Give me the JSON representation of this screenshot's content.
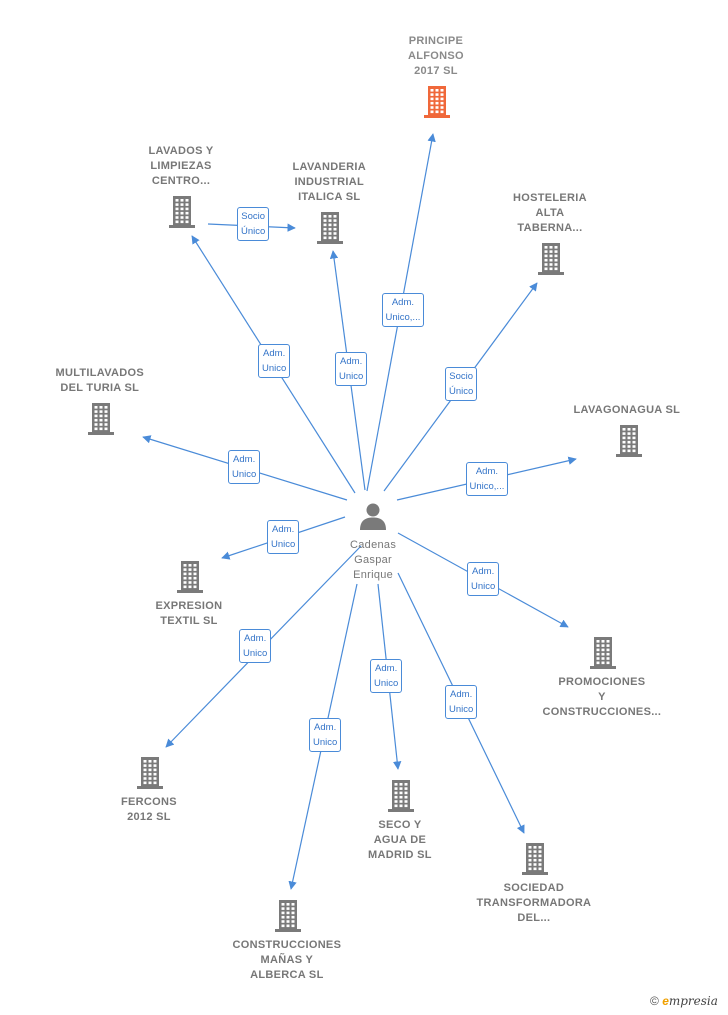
{
  "colors": {
    "edge": "#4a8bd8",
    "building": "#7a7a7a",
    "highlight": "#f0683a",
    "person": "#7a7a7a"
  },
  "center": {
    "name_lines": [
      "Cadenas",
      "Gaspar",
      "Enrique"
    ],
    "icon": "person-icon"
  },
  "nodes": [
    {
      "id": "principe",
      "lines": [
        "PRINCIPE",
        "ALFONSO",
        "2017  SL"
      ],
      "highlight": true
    },
    {
      "id": "lavados",
      "lines": [
        "LAVADOS Y",
        "LIMPIEZAS",
        "CENTRO..."
      ]
    },
    {
      "id": "lavanderia",
      "lines": [
        "LAVANDERIA",
        "INDUSTRIAL",
        "ITALICA SL"
      ]
    },
    {
      "id": "hosteleria",
      "lines": [
        "HOSTELERIA",
        "ALTA",
        "TABERNA..."
      ]
    },
    {
      "id": "multilavados",
      "lines": [
        "MULTILAVADOS",
        "DEL TURIA SL"
      ]
    },
    {
      "id": "lavagonagua",
      "lines": [
        "LAVAGONAGUA SL"
      ]
    },
    {
      "id": "expresion",
      "lines": [
        "EXPRESION",
        "TEXTIL SL"
      ]
    },
    {
      "id": "promociones",
      "lines": [
        "PROMOCIONES",
        "Y",
        "CONSTRUCCIONES..."
      ]
    },
    {
      "id": "fercons",
      "lines": [
        "FERCONS",
        "2012  SL"
      ]
    },
    {
      "id": "seco",
      "lines": [
        "SECO Y",
        "AGUA DE",
        "MADRID SL"
      ]
    },
    {
      "id": "sociedad",
      "lines": [
        "SOCIEDAD",
        "TRANSFORMADORA",
        "DEL..."
      ]
    },
    {
      "id": "construcciones",
      "lines": [
        "CONSTRUCCIONES",
        "MAÑAS Y",
        "ALBERCA SL"
      ]
    }
  ],
  "edges": [
    {
      "to": "principe",
      "label": [
        "Adm.",
        "Unico,..."
      ]
    },
    {
      "to": "lavados",
      "label": [
        "Adm.",
        "Unico"
      ]
    },
    {
      "to": "lavanderia",
      "label": [
        "Adm.",
        "Unico"
      ]
    },
    {
      "to": "hosteleria",
      "label": [
        "Socio",
        "Único"
      ]
    },
    {
      "to": "multilavados",
      "label": [
        "Adm.",
        "Unico"
      ]
    },
    {
      "to": "lavagonagua",
      "label": [
        "Adm.",
        "Unico,..."
      ]
    },
    {
      "to": "expresion",
      "label": [
        "Adm.",
        "Unico"
      ]
    },
    {
      "to": "promociones",
      "label": [
        "Adm.",
        "Unico"
      ]
    },
    {
      "to": "fercons",
      "label": [
        "Adm.",
        "Unico"
      ]
    },
    {
      "to": "seco",
      "label": [
        "Adm.",
        "Unico"
      ]
    },
    {
      "to": "sociedad",
      "label": [
        "Adm.",
        "Unico"
      ]
    },
    {
      "to": "construcciones",
      "label": [
        "Adm.",
        "Unico"
      ]
    },
    {
      "from": "lavados",
      "to": "lavanderia",
      "label": [
        "Socio",
        "Único"
      ]
    }
  ],
  "watermark": {
    "symbol": "©",
    "e": "e",
    "brand": "mpresia"
  }
}
